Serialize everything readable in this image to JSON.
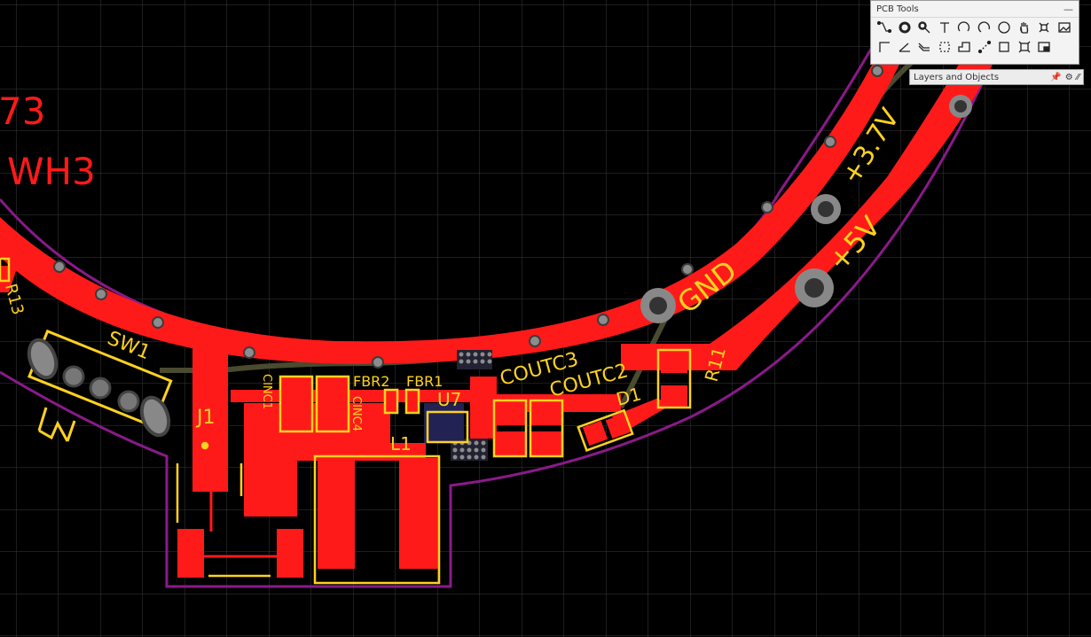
{
  "toolbar_panel": {
    "title": "PCB Tools",
    "minimize_glyph": "—",
    "row1_icons": [
      "route-track-icon",
      "via-icon",
      "pad-icon",
      "text-icon",
      "arc-icon",
      "arc-alt-icon",
      "circle-icon",
      "pan-hand-icon",
      "component-icon",
      "image-icon"
    ],
    "row2_icons": [
      "corner-line-icon",
      "angle-icon",
      "diff-pair-icon",
      "region-icon",
      "polygon-icon",
      "dimension-icon",
      "rectangle-icon",
      "group-icon",
      "panel-icon"
    ]
  },
  "layers_panel": {
    "title": "Layers and Objects",
    "pin_glyph": "📌",
    "settings_glyph": "⚙"
  },
  "pcb": {
    "colors": {
      "background": "#000000",
      "grid": "#3a3a3a",
      "copper": "#ff1a1a",
      "outline": "#8a1a8a",
      "silkscreen": "#ffd21f",
      "inner_trace": "#5a5a3a",
      "via": "#8c8c8c",
      "pad_dark": "#3c3c3c"
    },
    "labels": {
      "ref_73": "73",
      "ref_wh3": "WH3",
      "ref_r13": "R13",
      "ref_sw1": "SW1",
      "ref_j1": "J1",
      "ref_cinc1": "CINC1",
      "ref_cinc4": "CINC4",
      "ref_fbr2": "FBR2",
      "ref_fbr1": "FBR1",
      "ref_u7": "U7",
      "ref_l1": "L1",
      "ref_coutc3": "COUTC3",
      "ref_coutc2": "COUTC2",
      "ref_d1": "D1",
      "ref_r11": "R11",
      "net_gnd": "GND",
      "net_5v": "+5V",
      "net_37v": "+3.7V"
    }
  }
}
